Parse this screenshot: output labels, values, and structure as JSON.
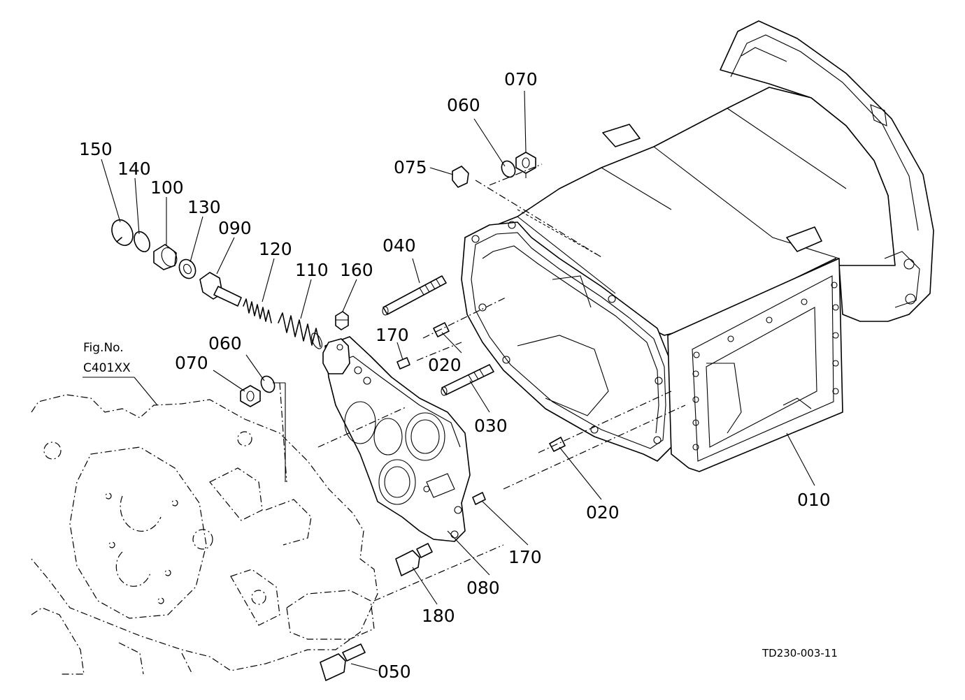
{
  "drawing_code": "TD230-003-11",
  "figure_ref": {
    "line1": "Fig.No.",
    "line2": "C401XX"
  },
  "callouts": {
    "p010": "010",
    "p020a": "020",
    "p020b": "020",
    "p030": "030",
    "p040": "040",
    "p050": "050",
    "p060a": "060",
    "p060b": "060",
    "p070a": "070",
    "p070b": "070",
    "p075": "075",
    "p080": "080",
    "p090": "090",
    "p100": "100",
    "p110": "110",
    "p120": "120",
    "p130": "130",
    "p140": "140",
    "p150": "150",
    "p160": "160",
    "p170a": "170",
    "p170b": "170",
    "p180": "180"
  }
}
